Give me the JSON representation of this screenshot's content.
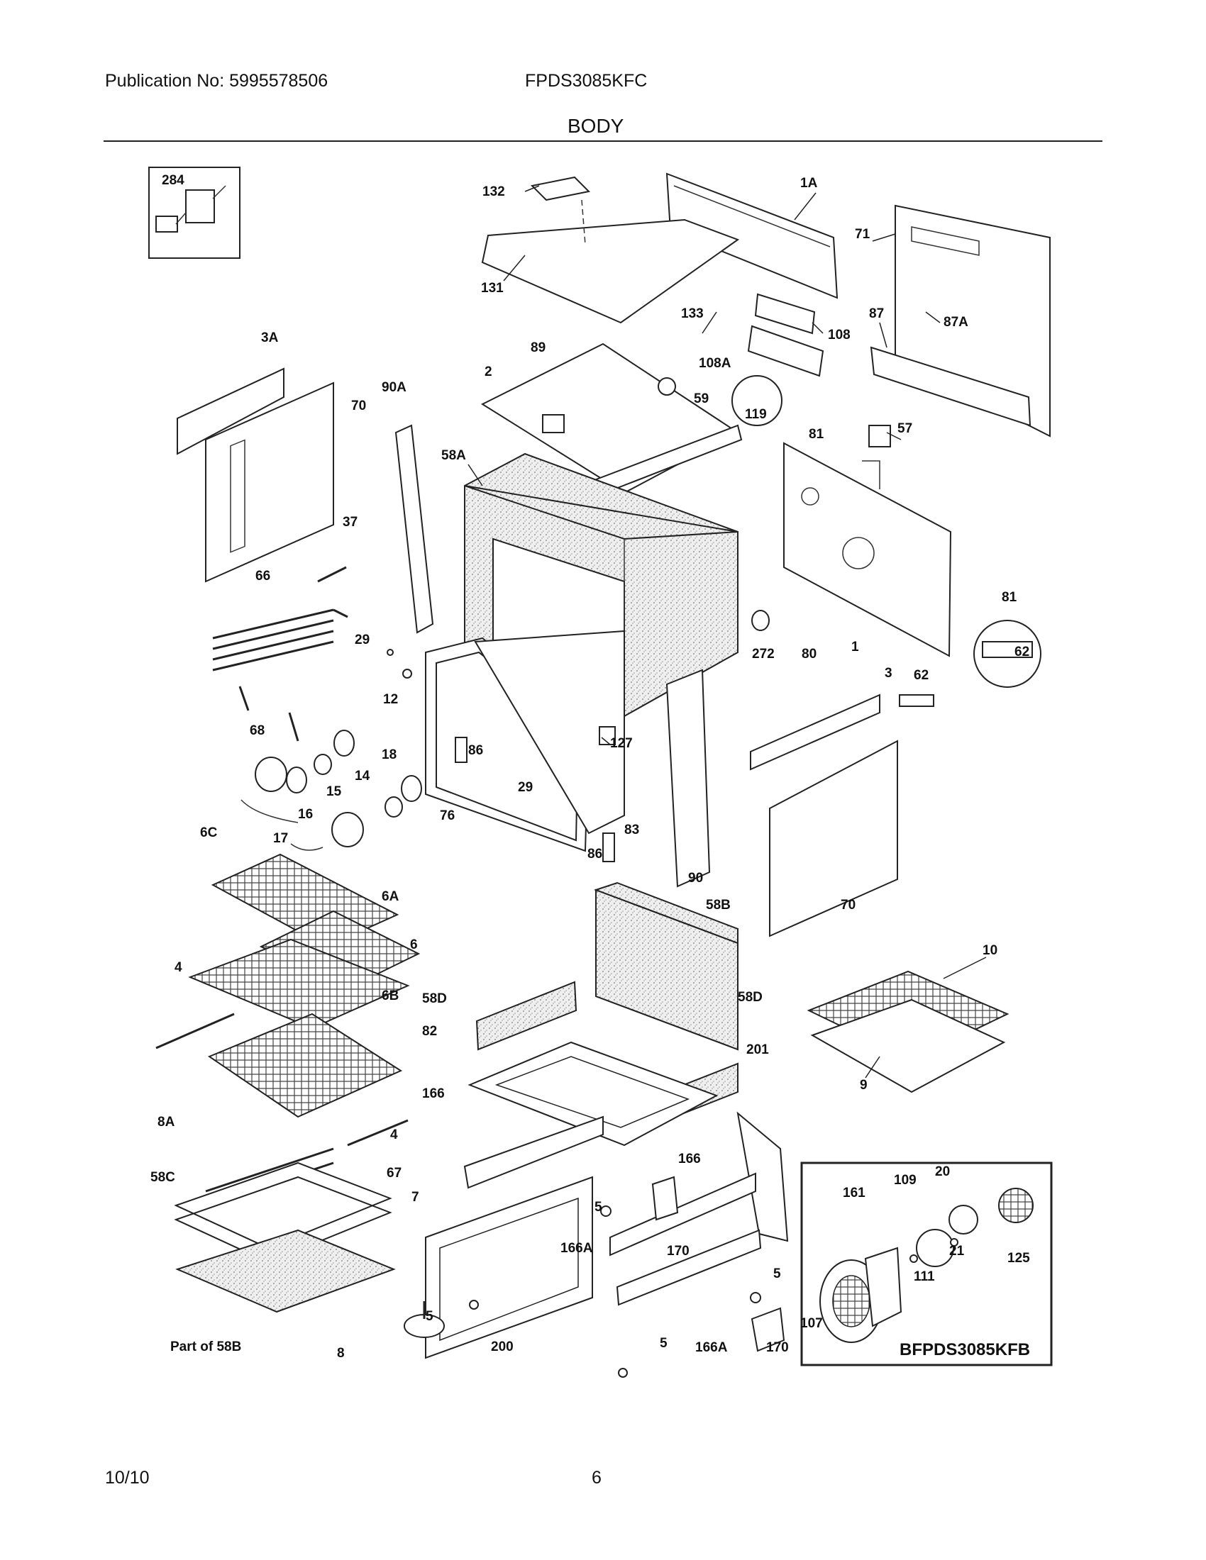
{
  "header": {
    "publication": "Publication No: 5995578506",
    "model": "FPDS3085KFC",
    "section_title": "BODY"
  },
  "footer": {
    "date": "10/10",
    "page_number": "6"
  },
  "inset": {
    "code": "BFPDS3085KFB"
  },
  "callouts": {
    "c284": "284",
    "c132": "132",
    "c1A": "1A",
    "c71": "71",
    "c131": "131",
    "c133": "133",
    "c108": "108",
    "c87": "87",
    "c87A": "87A",
    "c3A": "3A",
    "c89": "89",
    "c108A": "108A",
    "c2": "2",
    "c59": "59",
    "c90A": "90A",
    "c70a": "70",
    "c119": "119",
    "c81a": "81",
    "c57": "57",
    "c58A": "58A",
    "c37": "37",
    "c66": "66",
    "c29a": "29",
    "c81b": "81",
    "c272": "272",
    "c80": "80",
    "c1": "1",
    "c62a": "62",
    "c12": "12",
    "c3": "3",
    "c62b": "62",
    "c68": "68",
    "c127": "127",
    "c18": "18",
    "c86a": "86",
    "c14": "14",
    "c29b": "29",
    "c15": "15",
    "c16": "16",
    "c76": "76",
    "c83": "83",
    "c17": "17",
    "c6C": "6C",
    "c86b": "86",
    "c90": "90",
    "c6A": "6A",
    "c58B": "58B",
    "c70b": "70",
    "c6": "6",
    "c10": "10",
    "c4a": "4",
    "c58Da": "58D",
    "c58Db": "58D",
    "c6B": "6B",
    "c82": "82",
    "c201": "201",
    "c9": "9",
    "c166a": "166",
    "c4b": "4",
    "c8A": "8A",
    "c166b": "166",
    "c20": "20",
    "c58C": "58C",
    "c67": "67",
    "c7": "7",
    "c109": "109",
    "c161": "161",
    "c5a": "5",
    "c166Aa": "166A",
    "c21": "21",
    "c125": "125",
    "c170a": "170",
    "c5b": "5",
    "c111": "111",
    "c5c": "5",
    "c107": "107",
    "cPart": "Part of 58B",
    "c8": "8",
    "c200": "200",
    "c5d": "5",
    "c166Ab": "166A",
    "c170b": "170"
  }
}
